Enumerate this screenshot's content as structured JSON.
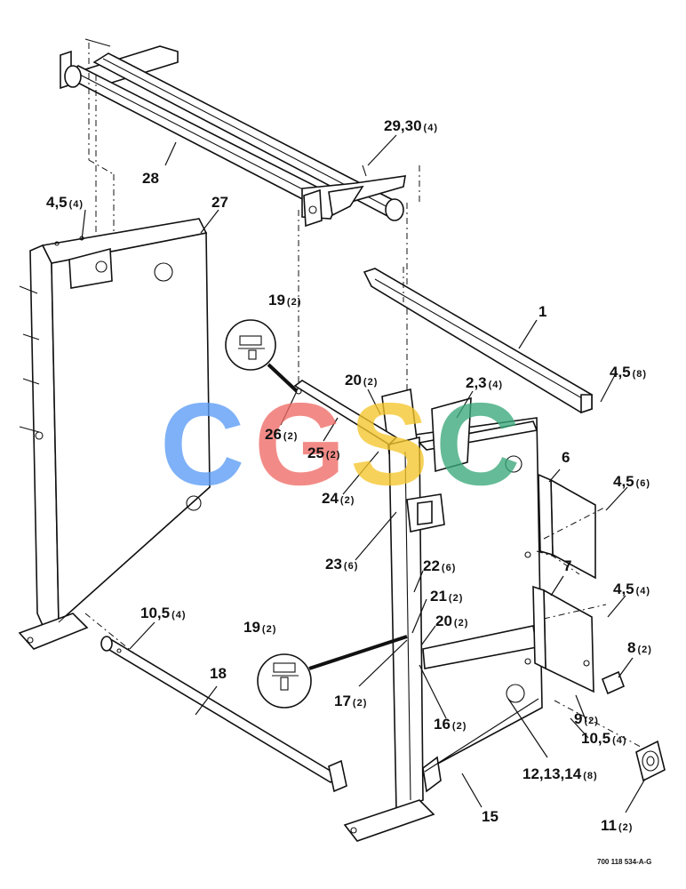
{
  "callouts": [
    {
      "id": "c28",
      "num": "28",
      "qty": ""
    },
    {
      "id": "c2930",
      "num": "29,30",
      "qty": "(4)"
    },
    {
      "id": "c45a",
      "num": "4,5",
      "qty": "(4)"
    },
    {
      "id": "c27",
      "num": "27",
      "qty": ""
    },
    {
      "id": "c19a",
      "num": "19",
      "qty": "(2)"
    },
    {
      "id": "c1",
      "num": "1",
      "qty": ""
    },
    {
      "id": "c45b",
      "num": "4,5",
      "qty": "(8)"
    },
    {
      "id": "c20a",
      "num": "20",
      "qty": "(2)"
    },
    {
      "id": "c23a",
      "num": "2,3",
      "qty": "(4)"
    },
    {
      "id": "c26",
      "num": "26",
      "qty": "(2)"
    },
    {
      "id": "c25",
      "num": "25",
      "qty": "(2)"
    },
    {
      "id": "c24",
      "num": "24",
      "qty": "(2)"
    },
    {
      "id": "c6",
      "num": "6",
      "qty": ""
    },
    {
      "id": "c45c",
      "num": "4,5",
      "qty": "(6)"
    },
    {
      "id": "c23b",
      "num": "23",
      "qty": "(6)"
    },
    {
      "id": "c22",
      "num": "22",
      "qty": "(6)"
    },
    {
      "id": "c7",
      "num": "7",
      "qty": ""
    },
    {
      "id": "c21",
      "num": "21",
      "qty": "(2)"
    },
    {
      "id": "c45d",
      "num": "4,5",
      "qty": "(4)"
    },
    {
      "id": "c105a",
      "num": "10,5",
      "qty": "(4)"
    },
    {
      "id": "c20b",
      "num": "20",
      "qty": "(2)"
    },
    {
      "id": "c19b",
      "num": "19",
      "qty": "(2)"
    },
    {
      "id": "c8",
      "num": "8",
      "qty": "(2)"
    },
    {
      "id": "c18",
      "num": "18",
      "qty": ""
    },
    {
      "id": "c17",
      "num": "17",
      "qty": "(2)"
    },
    {
      "id": "c9",
      "num": "9",
      "qty": "(2)"
    },
    {
      "id": "c16",
      "num": "16",
      "qty": "(2)"
    },
    {
      "id": "c105b",
      "num": "10,5",
      "qty": "(4)"
    },
    {
      "id": "c121314",
      "num": "12,13,14",
      "qty": "(8)"
    },
    {
      "id": "c15",
      "num": "15",
      "qty": ""
    },
    {
      "id": "c11",
      "num": "11",
      "qty": "(2)"
    }
  ],
  "drawing_number": "700 118 534-A-G",
  "watermark": {
    "letters": [
      "C",
      "G",
      "S",
      "C"
    ],
    "colors": [
      "#5b9cf5",
      "#ef6b66",
      "#f5c62c",
      "#3aa97a"
    ]
  }
}
